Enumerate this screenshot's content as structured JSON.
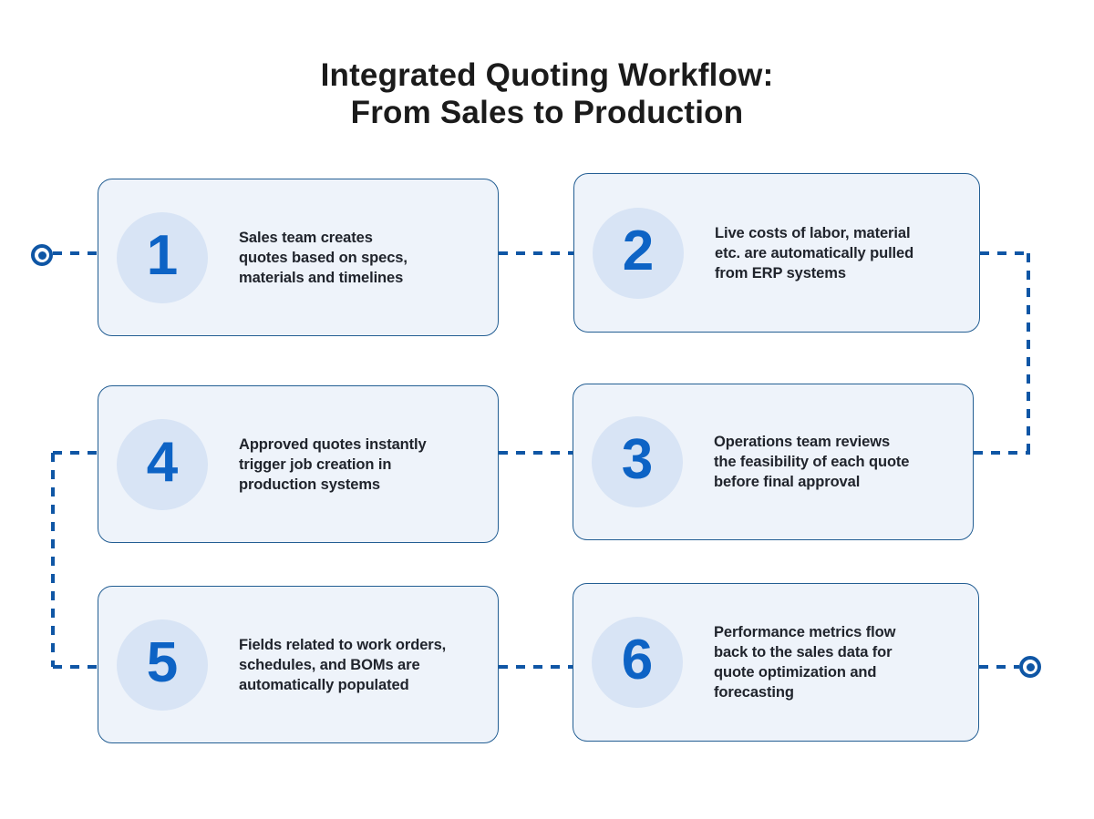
{
  "title": "Integrated Quoting Workflow:\nFrom Sales to Production",
  "colors": {
    "accent_blue": "#0d63c5",
    "connector_blue": "#0f56a5",
    "card_bg": "#eef3fa",
    "card_border": "#235e93",
    "badge_bg": "#d8e4f5",
    "title_color": "#1b1b1b",
    "text_color": "#20242c",
    "page_bg": "#ffffff"
  },
  "flow": {
    "start_marker": "bullseye-icon",
    "end_marker": "bullseye-icon",
    "line_style": "dashed"
  },
  "steps": [
    {
      "number": "1",
      "description": "Sales team creates\nquotes based on specs,\nmaterials and timelines"
    },
    {
      "number": "2",
      "description": "Live costs of labor, material\netc. are automatically pulled\nfrom ERP systems"
    },
    {
      "number": "3",
      "description": "Operations team reviews\nthe feasibility of each quote\nbefore final approval"
    },
    {
      "number": "4",
      "description": "Approved quotes instantly\ntrigger job creation in\nproduction systems"
    },
    {
      "number": "5",
      "description": "Fields related to work orders,\nschedules, and BOMs are\nautomatically populated"
    },
    {
      "number": "6",
      "description": "Performance metrics flow\nback to the sales data for\nquote optimization and\nforecasting"
    }
  ]
}
